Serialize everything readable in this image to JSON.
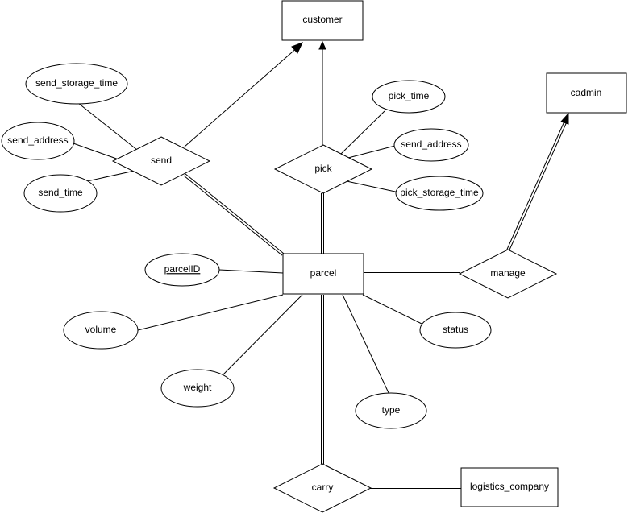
{
  "entities": {
    "customer": "customer",
    "cadmin": "cadmin",
    "parcel": "parcel",
    "logistics_company": "logistics_company"
  },
  "relationships": {
    "send": "send",
    "pick": "pick",
    "manage": "manage",
    "carry": "carry"
  },
  "attributes": {
    "send_storage_time": "send_storage_time",
    "send_address_send": "send_address",
    "send_time": "send_time",
    "pick_time": "pick_time",
    "send_address_pick": "send_address",
    "pick_storage_time": "pick_storage_time",
    "parcelID": "parcelID",
    "volume": "volume",
    "weight": "weight",
    "type": "type",
    "status": "status"
  }
}
